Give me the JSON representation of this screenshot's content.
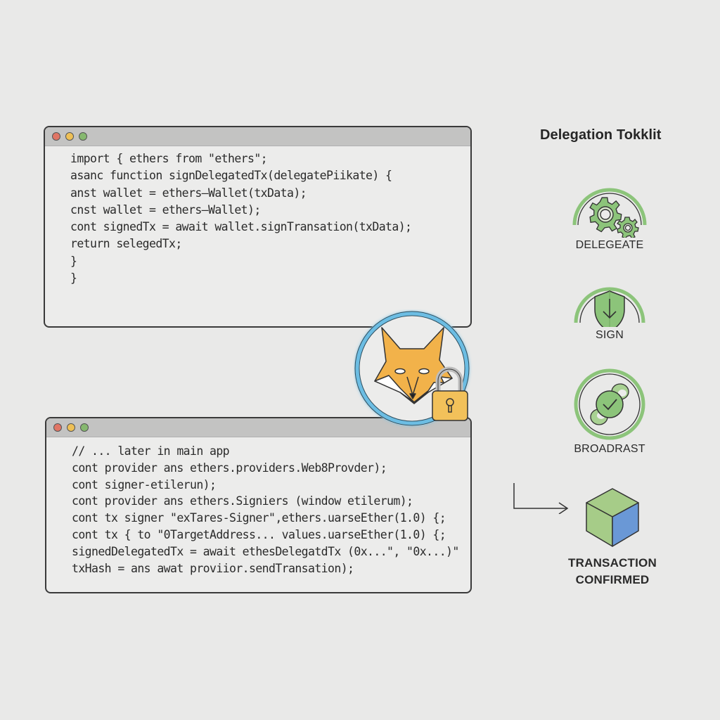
{
  "colors": {
    "background": "#e9e9e8",
    "window_bg": "#ececeb",
    "titlebar": "#c3c3c2",
    "dot_red": "#e07565",
    "dot_yellow": "#eec056",
    "dot_green": "#86b86f",
    "accent_green": "#8cc47a",
    "ring_blue": "#6cbde3",
    "fox_orange": "#f2b24a",
    "lock_gold": "#f2c15a",
    "cube_green": "#a6cc88",
    "cube_blue": "#6a98d6"
  },
  "code_window_top": {
    "controls": [
      "close",
      "minimize",
      "maximize"
    ],
    "lines": [
      "import { ethers from \"ethers\";",
      "asanc function signDelegatedTx(delegatePiikate) {",
      "anst wallet = ethers–Wallet(txData);",
      "cnst wallet = ethers–Wallet);",
      "cont signedTx = await wallet.signTransation(txData);",
      "return selegedTx;",
      "}",
      "}"
    ]
  },
  "code_window_bottom": {
    "controls": [
      "close",
      "minimize",
      "maximize"
    ],
    "lines": [
      "// ... later in main app",
      "cont provider ans ethers.providers.Web8Provder);",
      "cont signer-etilerun);",
      "cont provider ans ethers.Signiers (window etilerum);",
      "cont tx signer \"exTares-Signer\",ethers.uarseEther(1.0) {;",
      "cont tx { to \"0TargetAddress... values.uarseEther(1.0) {;",
      "signedDelegatedTx = await ethesDelegatdTx (0x...\", \"0x...)\"",
      "txHash = ans awat proviior.sendTransation);"
    ]
  },
  "wallet_badge": {
    "icon": "fox-with-padlock-icon"
  },
  "toolkit": {
    "title": "Delegation Tokklit",
    "steps": [
      {
        "label": "DELEGEATE",
        "icon": "gears-icon"
      },
      {
        "label": "SIGN",
        "icon": "shield-arrow-icon"
      },
      {
        "label": "BROADRAST",
        "icon": "broadcast-check-icon"
      }
    ],
    "result": {
      "icon": "block-cube-icon",
      "line1": "TRANSACTION",
      "line2": "CONFIRMED"
    }
  }
}
